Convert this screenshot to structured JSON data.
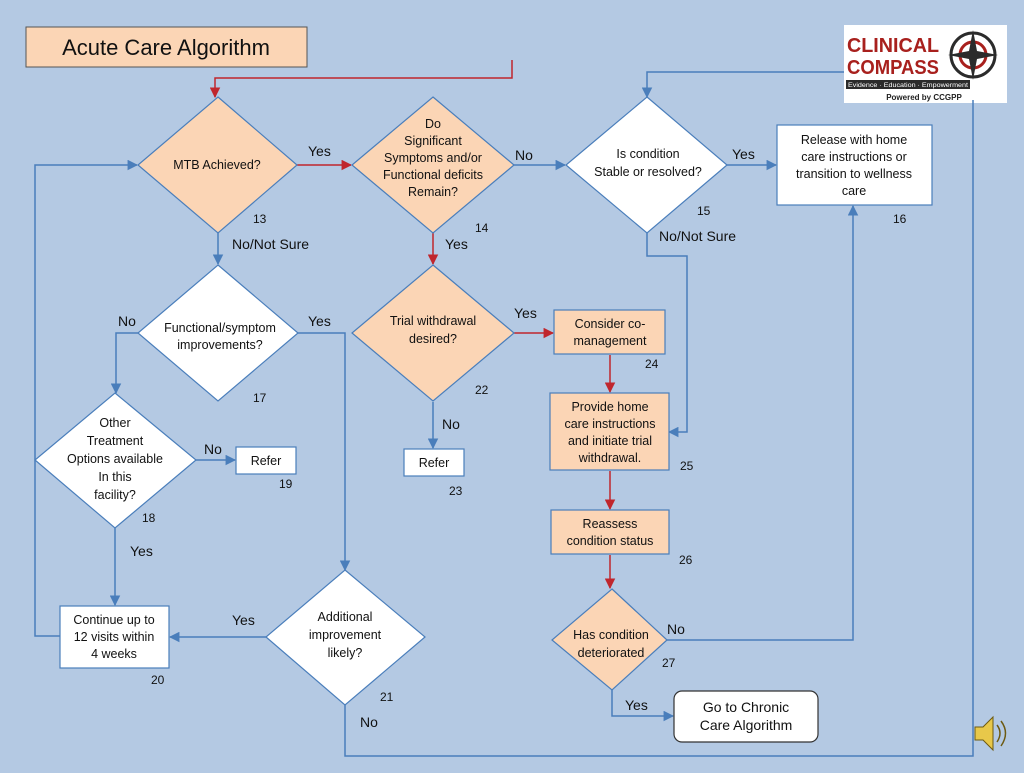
{
  "title": "Acute Care Algorithm",
  "logo": {
    "line1": "CLINICAL",
    "line2": "COMPASS",
    "tagline": "Evidence · Education · Empowerment",
    "powered": "Powered by CCGPP"
  },
  "nodes": {
    "n13": {
      "label": [
        "MTB Achieved?"
      ],
      "num": "13"
    },
    "n14": {
      "label": [
        "Do",
        "Significant",
        "Symptoms and/or",
        "Functional deficits",
        "Remain?"
      ],
      "num": "14"
    },
    "n15": {
      "label": [
        "Is condition",
        "Stable or resolved?"
      ],
      "num": "15"
    },
    "n16": {
      "label": [
        "Release with home",
        "care instructions or",
        "transition to wellness",
        "care"
      ],
      "num": "16"
    },
    "n17": {
      "label": [
        "Functional/symptom",
        "improvements?"
      ],
      "num": "17"
    },
    "n18": {
      "label": [
        "Other",
        "Treatment",
        "Options available",
        "In this",
        "facility?"
      ],
      "num": "18"
    },
    "n19": {
      "label": [
        "Refer"
      ],
      "num": "19"
    },
    "n20": {
      "label": [
        "Continue up to",
        "12 visits within",
        "4 weeks"
      ],
      "num": "20"
    },
    "n21": {
      "label": [
        "Additional",
        "improvement",
        "likely?"
      ],
      "num": "21"
    },
    "n22": {
      "label": [
        "Trial withdrawal",
        "desired?"
      ],
      "num": "22"
    },
    "n23": {
      "label": [
        "Refer"
      ],
      "num": "23"
    },
    "n24": {
      "label": [
        "Consider co-",
        "management"
      ],
      "num": "24"
    },
    "n25": {
      "label": [
        "Provide home",
        "care instructions",
        "and initiate trial",
        "withdrawal."
      ],
      "num": "25"
    },
    "n26": {
      "label": [
        "Reassess",
        "condition status"
      ],
      "num": "26"
    },
    "n27": {
      "label": [
        "Has condition",
        "deteriorated"
      ],
      "num": "27"
    },
    "nChronic": {
      "label": [
        "Go to Chronic",
        "Care Algorithm"
      ]
    }
  },
  "edge_labels": {
    "e13_14": "Yes",
    "e13_17": "No/Not Sure",
    "e14_15": "No",
    "e14_22": "Yes",
    "e15_16": "Yes",
    "e15_25": "No/Not Sure",
    "e17_18": "No",
    "e17_21": "Yes",
    "e18_19": "No",
    "e18_20": "Yes",
    "e21_20": "Yes",
    "e21_no": "No",
    "e22_24": "Yes",
    "e22_23": "No",
    "e27_16": "No",
    "e27_chronic": "Yes"
  },
  "colors": {
    "background": "#b4c9e3",
    "peach": "#fbd5b5",
    "blue_line": "#4a7ebb",
    "red_line": "#c0262d"
  },
  "icons": {
    "audio": "speaker-icon"
  }
}
